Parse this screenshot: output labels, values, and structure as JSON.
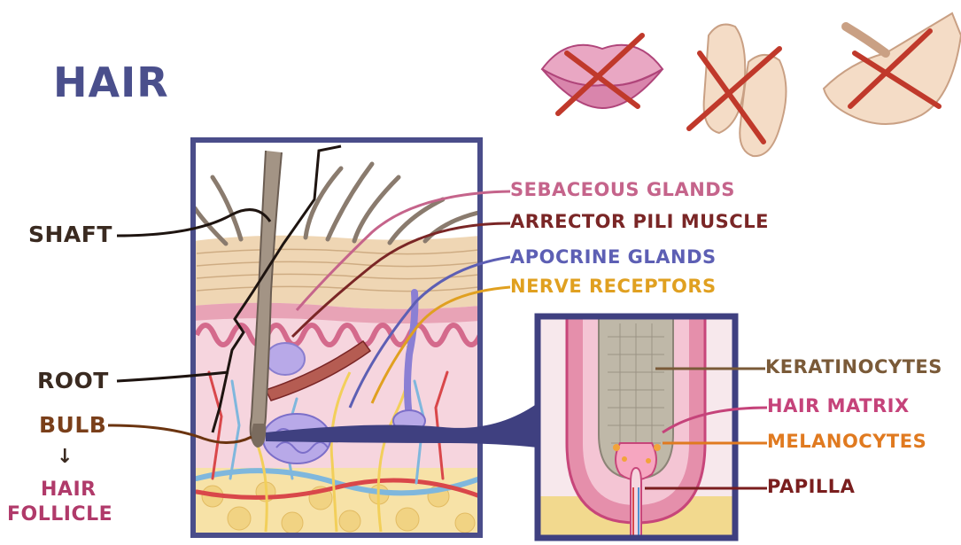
{
  "title": "HAIR",
  "left_labels": {
    "shaft": "SHAFT",
    "root": "ROOT",
    "bulb": "BULB",
    "arrow": "↓",
    "hair": "HAIR",
    "follicle": "FOLLICLE"
  },
  "right_labels": {
    "sebaceous": "SEBACEOUS GLANDS",
    "arrector": "ARRECTOR PILI MUSCLE",
    "apocrine": "APOCRINE GLANDS",
    "nerve": "NERVE RECEPTORS"
  },
  "inset_labels": {
    "keratinocytes": "KERATINOCYTES",
    "matrix": "HAIR MATRIX",
    "melanocytes": "MELANOCYTES",
    "papilla": "PAPILLA"
  },
  "icons": [
    "lips-icon",
    "feet-icon",
    "palm-icon"
  ],
  "colors": {
    "title": "#4a4f8c",
    "frame": "#4a4d8a",
    "sebaceous": "#c5648b",
    "arrector": "#7a2626",
    "apocrine": "#5d5fb4",
    "nerve": "#e0a020",
    "cross": "#c0392b"
  }
}
